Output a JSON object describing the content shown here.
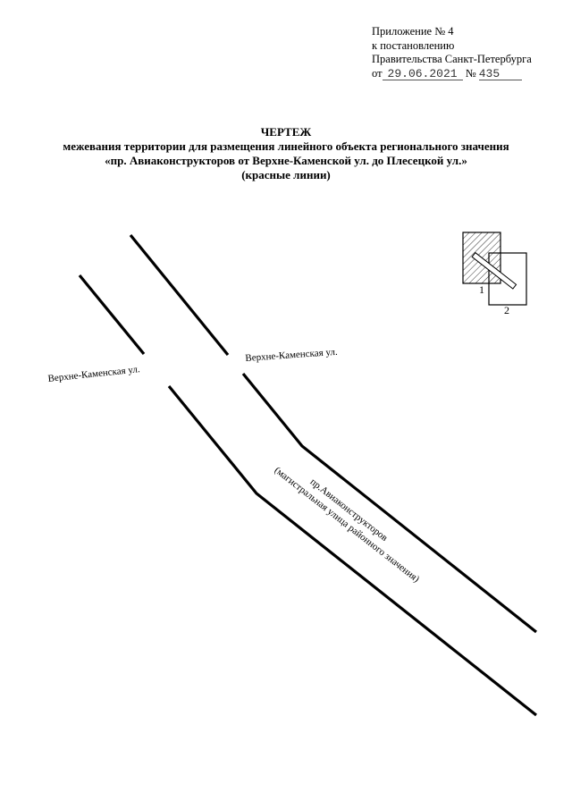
{
  "header": {
    "line1": "Приложение № 4",
    "line2": "к постановлению",
    "line3": "Правительства Санкт-Петербурга",
    "date_prefix": "от",
    "date": "29.06.2021",
    "number_prefix": "№",
    "number": "435"
  },
  "title": {
    "heading": "ЧЕРТЕЖ",
    "line1": "межевания территории для размещения линейного объекта регионального значения",
    "line2": "«пр. Авиаконструкторов от Верхне-Каменской ул. до Плесецкой ул.»",
    "line3": "(красные линии)"
  },
  "drawing": {
    "street_label_left": "Верхне-Каменская ул.",
    "street_label_right": "Верхне-Каменская ул.",
    "road_label_name": "пр.Авиаконструкторов",
    "road_label_type": "(магистральная улица районного значения)",
    "line_color": "#000000"
  },
  "inset": {
    "sheet1_label": "1",
    "sheet2_label": "2"
  }
}
